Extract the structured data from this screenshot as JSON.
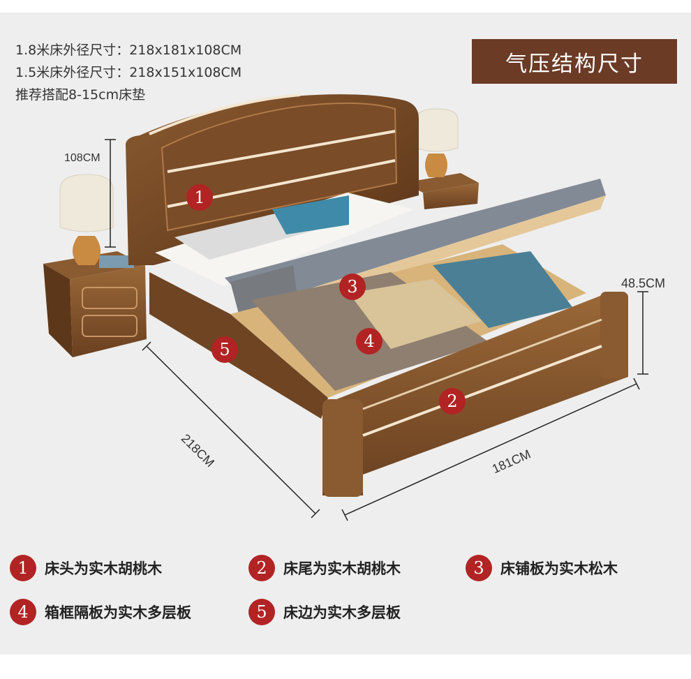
{
  "specs": {
    "line1": "1.8米床外径尺寸：218x181x108CM",
    "line2": "1.5米床外径尺寸：218x151x108CM",
    "line3": "推荐搭配8-15cm床垫"
  },
  "title": "气压结构尺寸",
  "dimensions": {
    "height": "108CM",
    "storage_height": "48.5CM",
    "length": "218CM",
    "width": "181CM"
  },
  "markers": [
    "1",
    "2",
    "3",
    "4",
    "5"
  ],
  "legend": [
    {
      "num": "1",
      "text": "床头为实木胡桃木"
    },
    {
      "num": "2",
      "text": "床尾为实木胡桃木"
    },
    {
      "num": "3",
      "text": "床铺板为实木松木"
    },
    {
      "num": "4",
      "text": "箱框隔板为实木多层板"
    },
    {
      "num": "5",
      "text": "床边为实木多层板"
    }
  ],
  "colors": {
    "accent": "#6b3b26",
    "marker": "#b22323",
    "wood": "#6e4423",
    "background": "#eeeeee"
  }
}
